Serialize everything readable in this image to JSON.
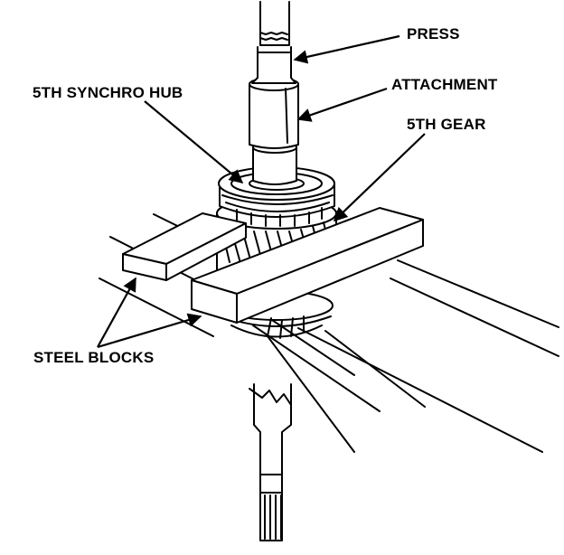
{
  "labels": {
    "press": "PRESS",
    "attachment": "ATTACHMENT",
    "synchro_hub": "5TH SYNCHRO HUB",
    "fifth_gear": "5TH GEAR",
    "steel_blocks": "STEEL BLOCKS"
  },
  "colors": {
    "ink": "#000000",
    "paper": "#ffffff"
  }
}
